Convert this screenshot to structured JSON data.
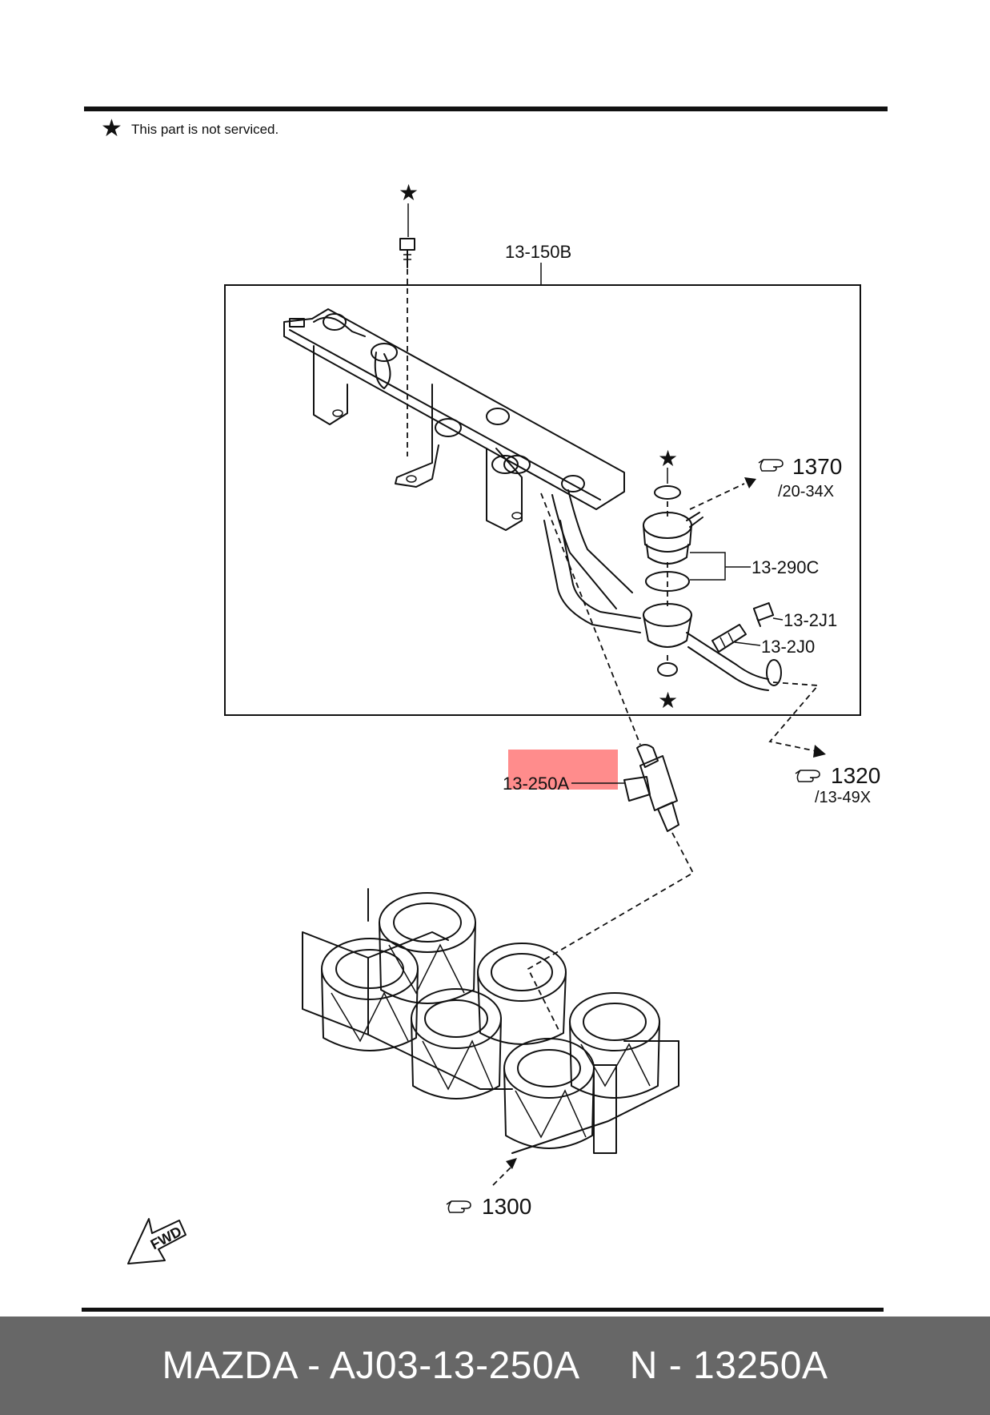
{
  "note": {
    "icon": "star-icon",
    "text": "This part is not serviced."
  },
  "callouts": {
    "main_assembly": "13-150B",
    "highlighted_part": "13-250A",
    "pressure_regulator": "13-290C",
    "fitting_a": "13-2J1",
    "fitting_b": "13-2J0"
  },
  "references": [
    {
      "id": "ref-1370",
      "icon": "pointing-hand-icon",
      "group": "1370",
      "page": "/20-34X"
    },
    {
      "id": "ref-1320",
      "icon": "pointing-hand-icon",
      "group": "1320",
      "page": "/13-49X"
    },
    {
      "id": "ref-1300",
      "icon": "pointing-hand-icon",
      "group": "1300"
    }
  ],
  "fwd_label": "FWD",
  "highlight_color": "#ff7f7f",
  "footer": {
    "brand_part": "MAZDA - AJ03-13-250A",
    "alt_part": "N - 13250A"
  }
}
